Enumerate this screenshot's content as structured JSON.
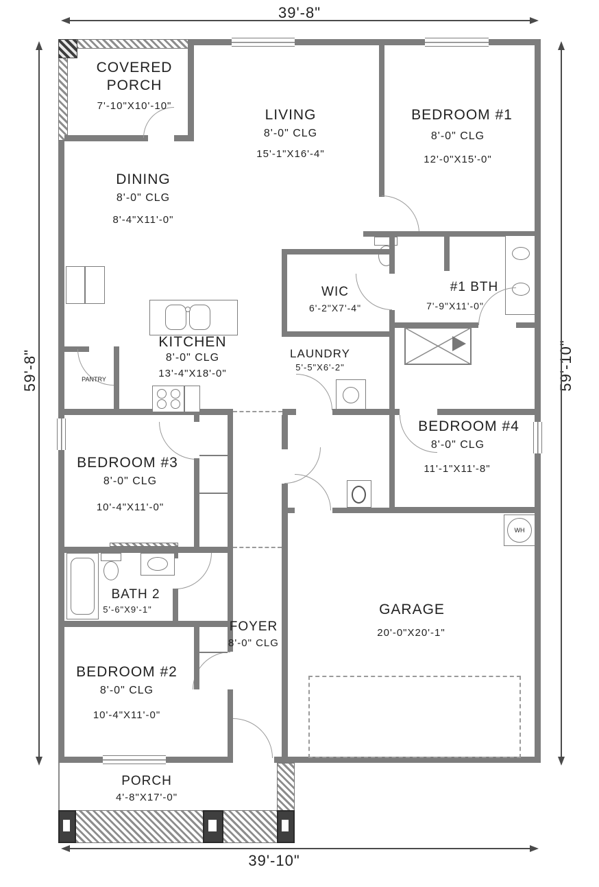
{
  "dimensions": {
    "top": "39'-8\"",
    "bottom": "39'-10\"",
    "left": "59'-8\"",
    "right": "59'-10\""
  },
  "rooms": {
    "covered_porch": {
      "name": "COVERED PORCH",
      "size": "7'-10\"X10'-10\""
    },
    "living": {
      "name": "LIVING",
      "clg": "8'-0\" CLG",
      "size": "15'-1\"X16'-4\""
    },
    "bedroom1": {
      "name": "BEDROOM #1",
      "clg": "8'-0\" CLG",
      "size": "12'-0\"X15'-0\""
    },
    "dining": {
      "name": "DINING",
      "clg": "8'-0\" CLG",
      "size": "8'-4\"X11'-0\""
    },
    "wic": {
      "name": "WIC",
      "size": "6'-2\"X7'-4\""
    },
    "bath1": {
      "name": "#1 BTH",
      "size": "7'-9\"X11'-0\""
    },
    "kitchen": {
      "name": "KITCHEN",
      "clg": "8'-0\" CLG",
      "size": "13'-4\"X18'-0\""
    },
    "pantry": {
      "name": "PANTRY"
    },
    "laundry": {
      "name": "LAUNDRY",
      "size": "5'-5\"X6'-2\""
    },
    "bedroom4": {
      "name": "BEDROOM #4",
      "clg": "8'-0\" CLG",
      "size": "11'-1\"X11'-8\""
    },
    "bedroom3": {
      "name": "BEDROOM #3",
      "clg": "8'-0\" CLG",
      "size": "10'-4\"X11'-0\""
    },
    "bath2": {
      "name": "BATH 2",
      "size": "5'-6\"X9'-1\""
    },
    "foyer": {
      "name": "FOYER",
      "clg": "8'-0\" CLG"
    },
    "garage": {
      "name": "GARAGE",
      "size": "20'-0\"X20'-1\""
    },
    "bedroom2": {
      "name": "BEDROOM #2",
      "clg": "8'-0\" CLG",
      "size": "10'-4\"X11'-0\""
    },
    "porch": {
      "name": "PORCH",
      "size": "4'-8\"X17'-0\""
    },
    "water_heater": {
      "name": "WH"
    }
  }
}
